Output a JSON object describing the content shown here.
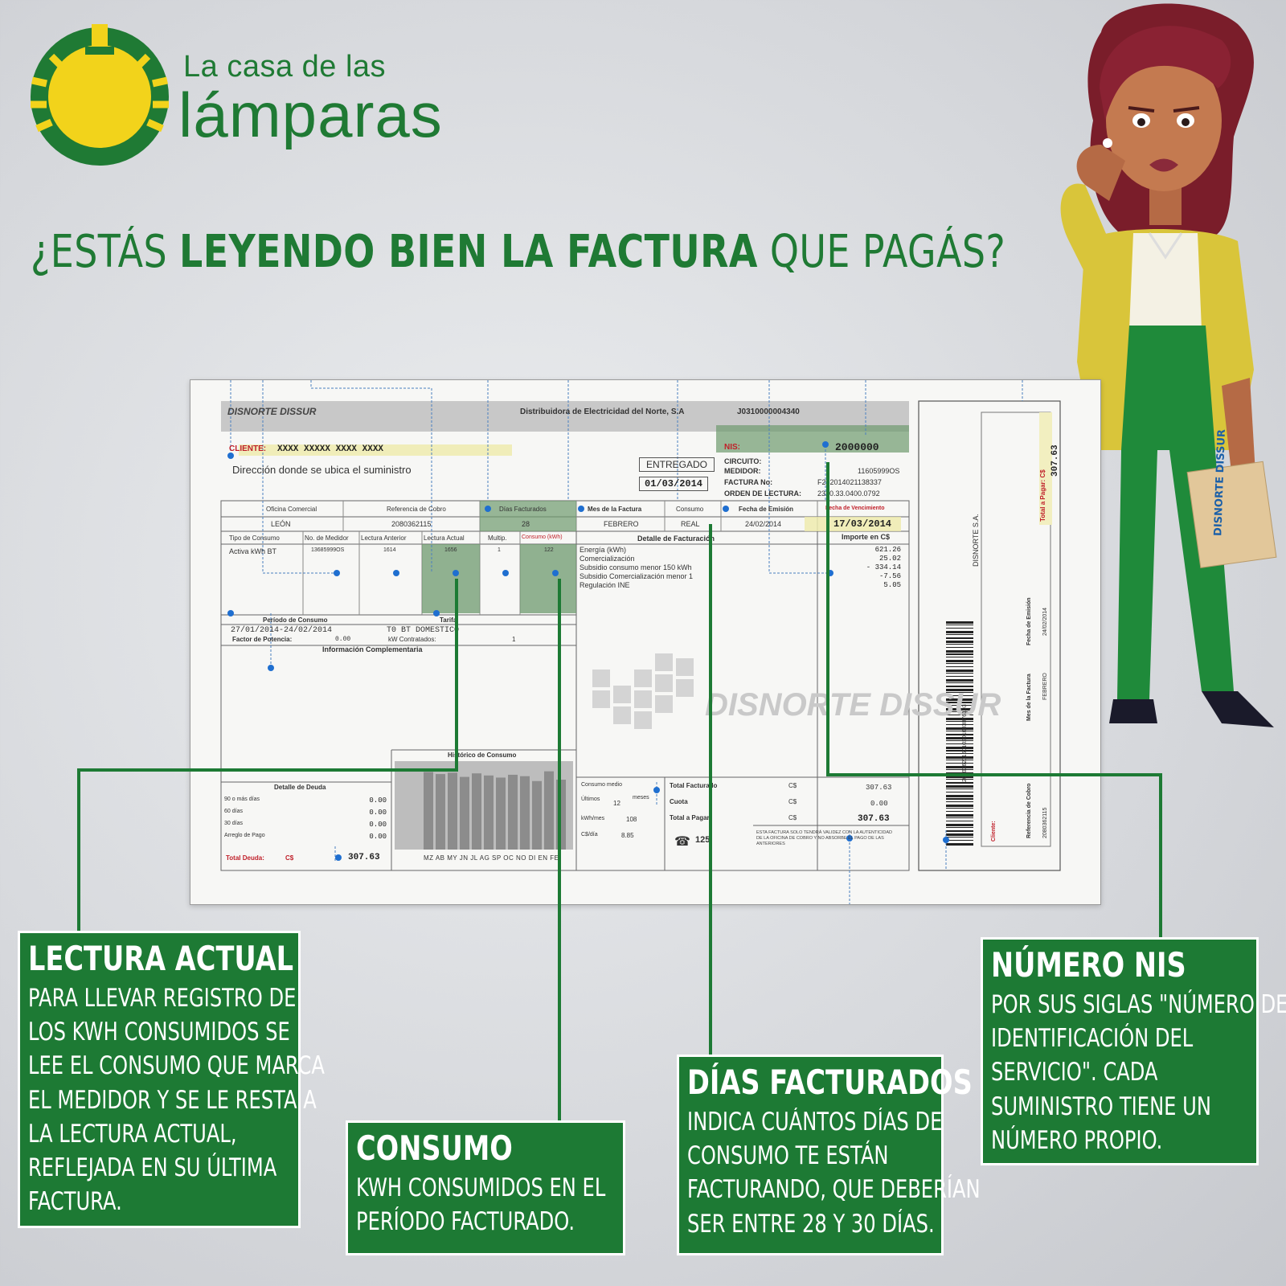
{
  "brand": {
    "line1": "La casa de las",
    "line2": "lámparas",
    "colors": {
      "green": "#1f7a34",
      "yellow": "#f2d31b"
    }
  },
  "headline": {
    "part1": "¿ESTÁS ",
    "part2": "LEYENDO BIEN LA FACTURA",
    "part3": " QUE PAGÁS?"
  },
  "invoice": {
    "company_logo": "DISNORTE DISSUR",
    "company_name": "Distribuidora de Electricidad del Norte, S.A",
    "doc_number": "J0310000004340",
    "client_label": "CLIENTE:",
    "client_name": "XXXX XXXXX XXXX XXXX",
    "address": "Dirección donde se ubica el suministro",
    "status": "ENTREGADO",
    "issue_stamp": "01/03/2014",
    "nis_label": "NIS:",
    "nis_value": "2000000",
    "circuito_label": "CIRCUITO:",
    "medidor_label": "MEDIDOR:",
    "medidor_value": "11605999OS",
    "factura_label": "FACTURA No:",
    "factura_value": "F232014021138337",
    "orden_label": "ORDEN DE LECTURA:",
    "orden_value": "2310.33.0400.0792",
    "headers": [
      "Oficina Comercial",
      "Referencia de Cobro",
      "Días Facturados",
      "Mes de la Factura",
      "Consumo",
      "Fecha de Emisión",
      "Fecha de Vencimiento"
    ],
    "values": [
      "LEÓN",
      "2080362115",
      "28",
      "FEBRERO",
      "REAL",
      "24/02/2014",
      "17/03/2014"
    ],
    "table_headers": [
      "Tipo de Consumo",
      "No. de Medidor",
      "Lectura Anterior",
      "Lectura Actual",
      "Multip.",
      "Consumo (kWh)"
    ],
    "table_row": [
      "Activa kWh BT",
      "13685999OS",
      "1614",
      "1656",
      "1",
      "122"
    ],
    "detalle_title": "Detalle de Facturación",
    "importe_title": "Importe en C$",
    "detalle_items": [
      "Energía (kWh)",
      "Comercialización",
      "Subsidio consumo menor 150 kWh",
      "Subsidio Comercialización menor 1",
      "Regulación INE"
    ],
    "detalle_values": [
      "621.26",
      "25.02",
      "- 334.14",
      "-7.56",
      "5.05"
    ],
    "periodo_label": "Período de Consumo",
    "periodo_value": "27/01/2014-24/02/2014",
    "tarifa_label": "Tarifa",
    "tarifa_value": "T0 BT DOMESTICO",
    "factor_label": "Factor de Potencia:",
    "factor_value": "0.00",
    "kw_label": "kW Contratados:",
    "kw_value": "1",
    "info_label": "Información Complementaria",
    "historico_label": "Histórico de Consumo",
    "historico_bars": [
      111,
      108,
      110,
      104,
      109,
      106,
      103,
      107,
      105,
      98,
      112,
      100
    ],
    "historico_months": "MZ AB MY JN JL AG SP OC NO DI EN FE",
    "deuda_label": "Detalle de Deuda",
    "deuda_rows": [
      "90 o más días",
      "60 días",
      "30 días",
      "Arreglo de Pago"
    ],
    "deuda_values": [
      "0.00",
      "0.00",
      "0.00",
      "0.00"
    ],
    "total_deuda_label": "Total Deuda:",
    "total_deuda_value": "307.63",
    "consumo_medio_label": "Consumo medio",
    "consumo_medio_rows": [
      "Últimos",
      "kWh/mes",
      "C$/día"
    ],
    "consumo_medio_values": [
      "12",
      "108",
      "8.85"
    ],
    "meses_label": "meses",
    "total_facturado_label": "Total Facturado",
    "total_facturado_value": "307.63",
    "cuota_label": "Cuota",
    "cuota_value": "0.00",
    "total_pagar_label": "Total a Pagar",
    "total_pagar_value": "307.63",
    "currency": "C$",
    "phone_number": "125",
    "footer_note": "ESTA FACTURA SOLO TENDRÁ VALIDEZ CON LA AUTENTICIDAD DE LA OFICINA DE COBRO Y NO ABSORBE EL PAGO DE LAS ANTERIORES",
    "watermark": "DISNORTE DISSUR",
    "stub_total_label": "Total a Pagar: C$",
    "stub_total_value": "307.63",
    "stub_company": "DISNORTE S.A.",
    "stub_labels": [
      "Fecha de Emisión",
      "Mes de la Factura",
      "Referencia de Cobro"
    ],
    "stub_values": [
      "24/02/2014",
      "FEBRERO",
      "2080362115"
    ],
    "stub_client_label": "Cliente:",
    "barcode_digits": "2080362115010201003076193"
  },
  "callouts": {
    "lectura": {
      "title": "LECTURA ACTUAL",
      "lines": [
        "PARA LLEVAR REGISTRO DE",
        "LOS KWH CONSUMIDOS SE",
        "LEE EL CONSUMO QUE MARCA",
        "EL MEDIDOR Y SE LE RESTA A",
        "LA LECTURA ACTUAL,",
        "REFLEJADA EN SU ÚLTIMA",
        "FACTURA."
      ]
    },
    "consumo": {
      "title": "CONSUMO",
      "lines": [
        "KWH CONSUMIDOS EN EL",
        "PERÍODO FACTURADO."
      ]
    },
    "dias": {
      "title": "DÍAS FACTURADOS",
      "lines": [
        "INDICA CUÁNTOS DÍAS DE",
        "CONSUMO TE ESTÁN",
        "FACTURANDO, QUE DEBERÍAN",
        "SER ENTRE 28 Y 30 DÍAS."
      ]
    },
    "nis": {
      "title": "NÚMERO NIS",
      "lines": [
        "POR SUS SIGLAS \"NÚMERO DE",
        "IDENTIFICACIÓN DEL",
        "SERVICIO\". CADA",
        "SUMINISTRO TIENE UN",
        "NÚMERO PROPIO."
      ]
    }
  },
  "character": {
    "envelope_text": "DISNORTE DISSUR"
  }
}
